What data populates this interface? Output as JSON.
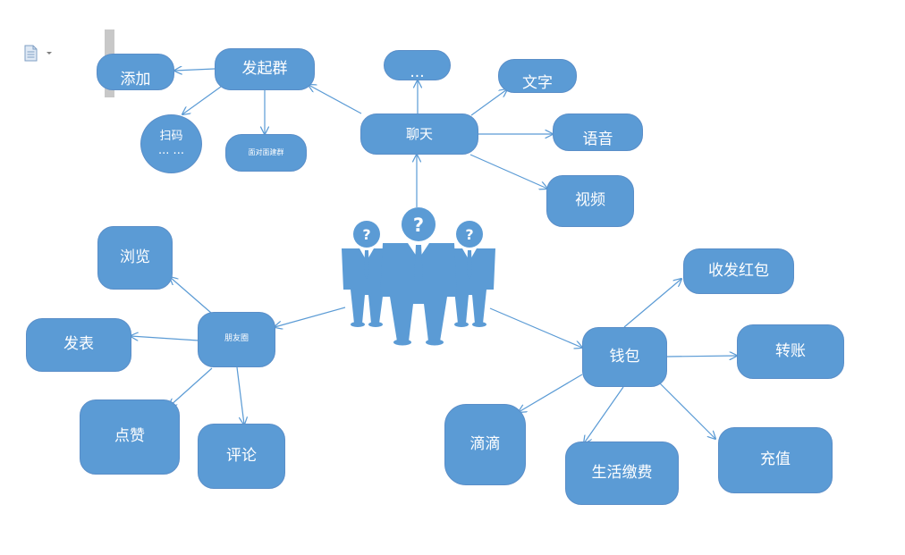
{
  "toolbar": {
    "icon": "document-icon",
    "dropdown_icon": "chevron-down-icon"
  },
  "center": {
    "icon": "business-people-question-icon"
  },
  "colors": {
    "node_fill": "#5b9bd5",
    "arrow": "#5b9bd5",
    "text": "#ffffff"
  },
  "nodes": {
    "chat": "聊天",
    "group": "发起群",
    "add": "添加",
    "scan": "扫码\n... ...",
    "face_group": "面对面建群",
    "top_cut": "...",
    "text": "文字",
    "voice": "语音",
    "video": "视频",
    "moments": "朋友圈",
    "browse": "浏览",
    "publish": "发表",
    "like": "点赞",
    "comment": "评论",
    "wallet": "钱包",
    "red_packet": "收发红包",
    "transfer": "转账",
    "recharge": "充值",
    "didi": "滴滴",
    "bills": "生活缴费"
  }
}
